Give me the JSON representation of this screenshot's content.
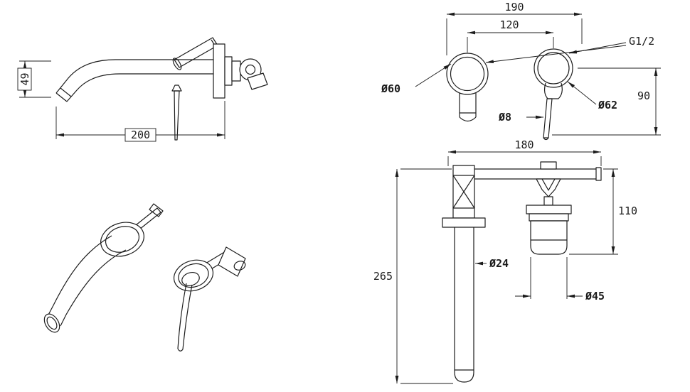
{
  "page": {
    "background": "#ffffff",
    "line_color": "#1c1c1c"
  },
  "side_view": {
    "dim_spout_drop": "49",
    "dim_spout_reach": "200"
  },
  "front_view": {
    "dim_overall_width": "190",
    "dim_center_spacing": "120",
    "label_thread_size": "G1/2",
    "label_spout_escutcheon_dia": "Ø60",
    "label_handle_escutcheon_dia": "Ø62",
    "label_lever_dia": "Ø8",
    "dim_height": "90"
  },
  "rough_in_view": {
    "dim_body_width": "180",
    "dim_cartridge_height": "110",
    "dim_tube_length": "265",
    "label_tube_dia": "Ø24",
    "label_cartridge_dia": "Ø45"
  }
}
